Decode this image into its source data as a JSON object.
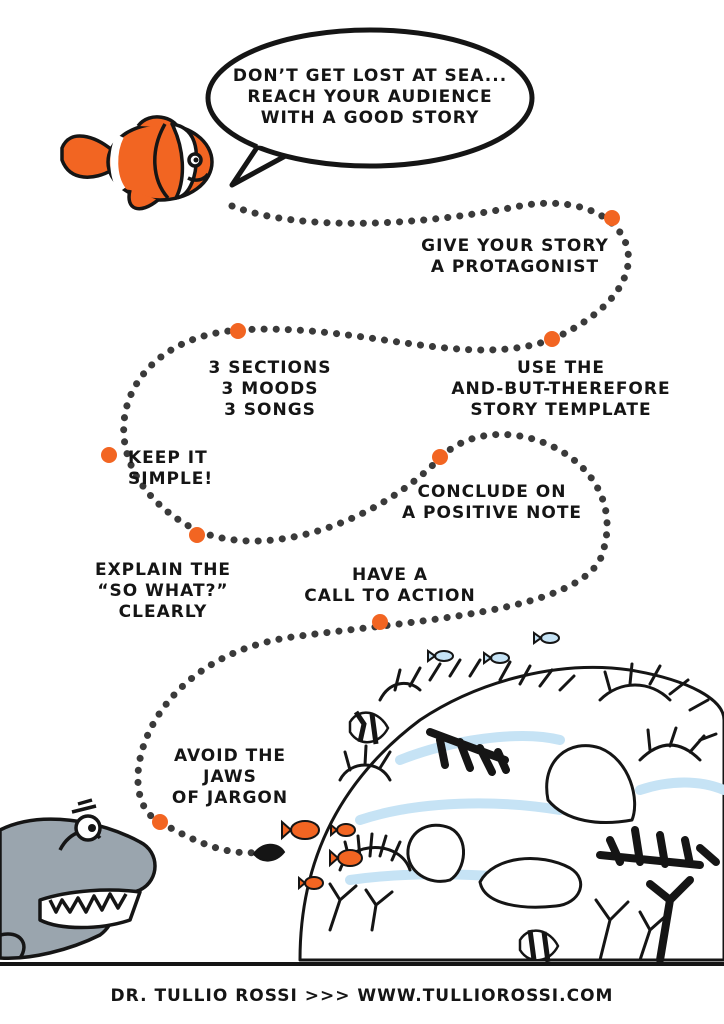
{
  "bubble": {
    "text": "DON’T GET LOST AT SEA...\nREACH YOUR AUDIENCE\nWITH A GOOD STORY"
  },
  "tips": [
    {
      "text": "GIVE YOUR STORY\nA PROTAGONIST"
    },
    {
      "text": "USE THE\nAND-BUT-THEREFORE\nSTORY TEMPLATE"
    },
    {
      "text": "3 SECTIONS\n3 MOODS\n3 SONGS"
    },
    {
      "text": "KEEP IT\nSIMPLE!"
    },
    {
      "text": "CONCLUDE ON\nA POSITIVE NOTE"
    },
    {
      "text": "EXPLAIN THE\n“SO WHAT?”\nCLEARLY"
    },
    {
      "text": "HAVE A\nCALL TO ACTION"
    },
    {
      "text": "AVOID THE\nJAWS\nOF JARGON"
    }
  ],
  "footer": {
    "author": "DR. TULLIO ROSSI",
    "separator": ">>>",
    "website": "WWW.TULLIOROSSI.COM"
  },
  "colors": {
    "accent": "#f26522",
    "ink": "#151515",
    "shark": "#9aa5ae",
    "water": "#c6e3f5"
  }
}
